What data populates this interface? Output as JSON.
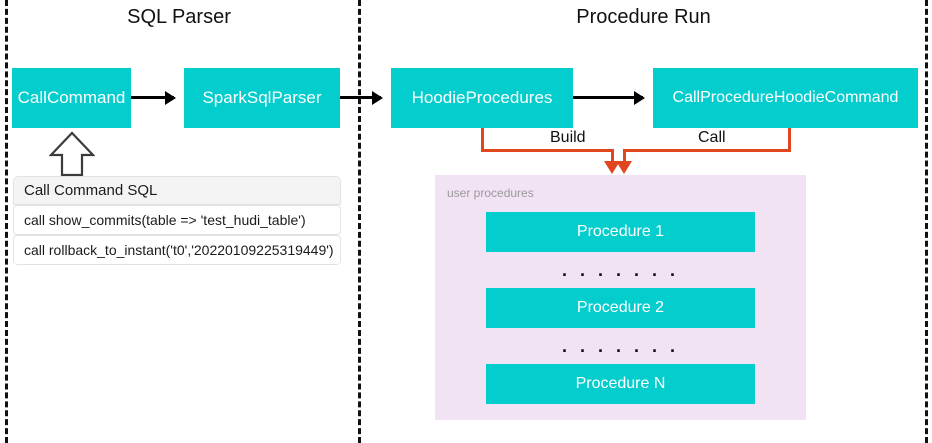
{
  "sections": {
    "left_title": "SQL Parser",
    "right_title": "Procedure Run"
  },
  "nodes": {
    "call_command": "Call\nCommand",
    "call_command_line1": "Call",
    "call_command_line2": "Command",
    "spark_sql_parser": "SparkSqlParser",
    "hoodie_procedures": "HoodieProcedures",
    "call_procedure_hoodie_command": "CallProcedureHoodieCommand"
  },
  "sql_table": {
    "header": "Call Command SQL",
    "rows": [
      "call show_commits(table => 'test_hudi_table')",
      "call rollback_to_instant('t0','20220109225319449')"
    ]
  },
  "edges": {
    "build_label": "Build",
    "call_label": "Call"
  },
  "user_procedures": {
    "label": "user procedures",
    "items": [
      "Procedure 1",
      "Procedure 2",
      "Procedure N"
    ],
    "ellipsis": ". . . . . . ."
  },
  "colors": {
    "teal": "#04cdcd",
    "orange": "#e0471f",
    "panel_purple": "#f2e3f4",
    "arrow_black": "#000000"
  }
}
